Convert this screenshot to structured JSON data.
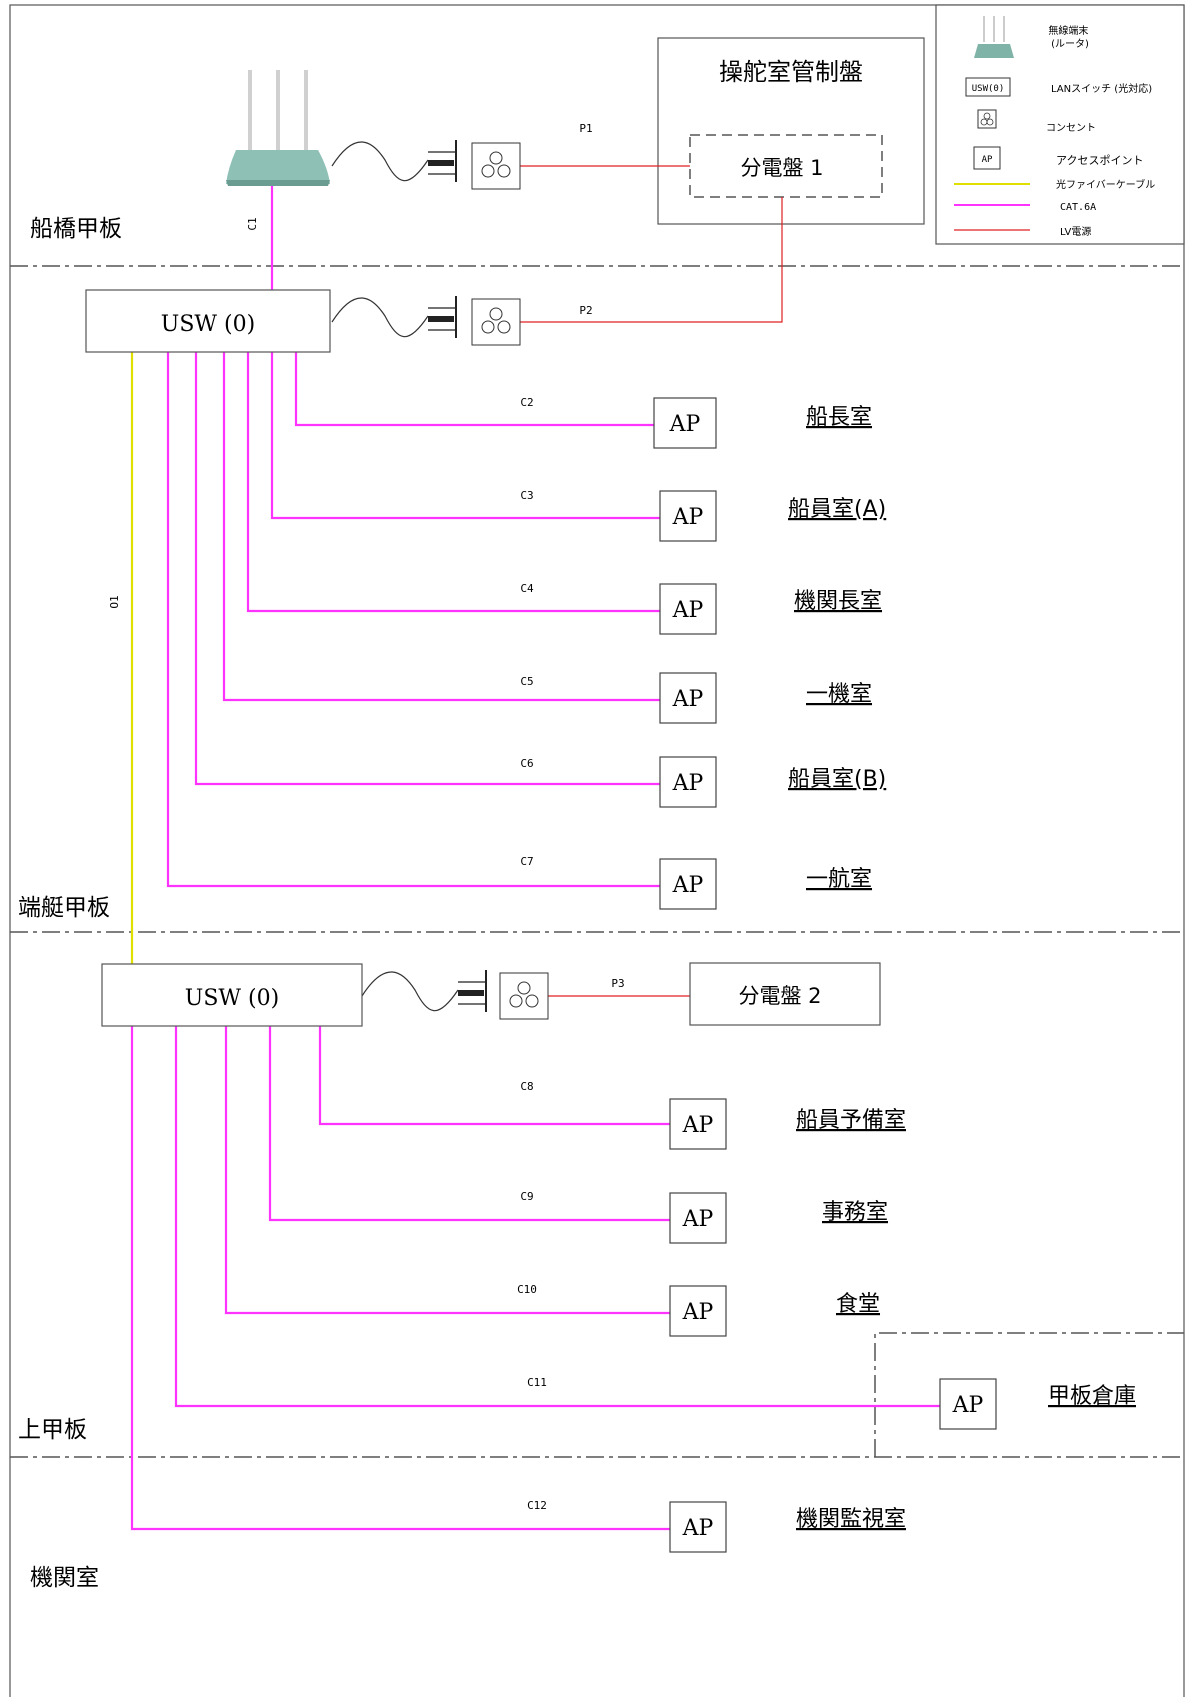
{
  "legend": {
    "router": "無線端末\n(ルータ)",
    "switch_box": "USW(0)",
    "switch": "LANスイッチ (光対応)",
    "outlet": "コンセント",
    "ap_box": "AP",
    "ap": "アクセスポイント",
    "fiber": "光ファイバーケーブル",
    "cat": "CAT.6A",
    "power": "LV電源"
  },
  "zones": {
    "bridge_deck": "船橋甲板",
    "boat_deck": "端艇甲板",
    "upper_deck": "上甲板",
    "engine_room": "機関室"
  },
  "devices": {
    "control_panel": "操舵室管制盤",
    "panel1": "分電盤 1",
    "panel2": "分電盤 2",
    "usw1": "USW (0)",
    "usw2": "USW (0)"
  },
  "cables": {
    "p1": "P1",
    "p2": "P2",
    "p3": "P3",
    "c1": "C1",
    "o1": "O1",
    "c2": "C2",
    "c3": "C3",
    "c4": "C4",
    "c5": "C5",
    "c6": "C6",
    "c7": "C7",
    "c8": "C8",
    "c9": "C9",
    "c10": "C10",
    "c11": "C11",
    "c12": "C12"
  },
  "ap_label": "AP",
  "rooms": {
    "captain": "船長室",
    "crew_a": "船員室(A)",
    "chief_engineer": "機関長室",
    "first_engineer": "一機室",
    "crew_b": "船員室(B)",
    "first_officer": "一航室",
    "crew_spare": "船員予備室",
    "office": "事務室",
    "mess": "食堂",
    "deck_store": "甲板倉庫",
    "engine_monitor": "機関監視室"
  },
  "colors": {
    "cat": "#ff33ff",
    "fiber": "#e0e000",
    "power": "#e02020",
    "border": "#555555",
    "router": "#7fb3a8"
  }
}
